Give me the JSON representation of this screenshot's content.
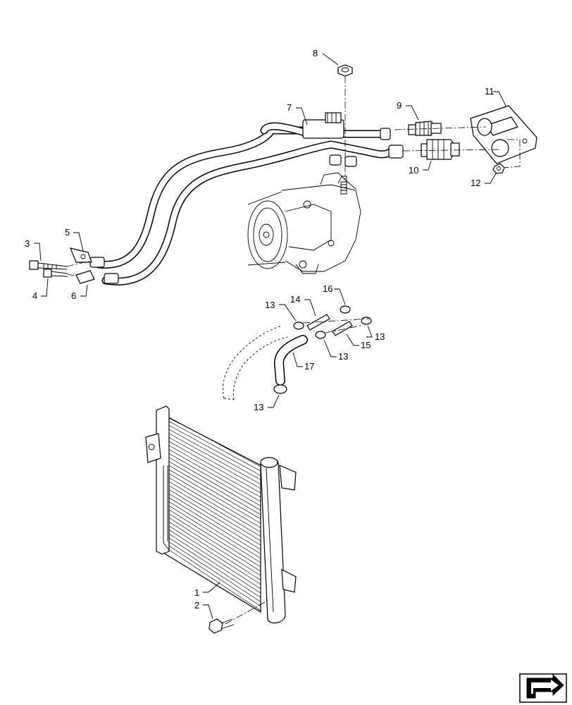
{
  "callouts": {
    "c1": "1",
    "c2": "2",
    "c3": "3",
    "c4": "4",
    "c5": "5",
    "c6": "6",
    "c7": "7",
    "c8": "8",
    "c9": "9",
    "c10": "10",
    "c11": "11",
    "c12": "12",
    "c13a": "13",
    "c13b": "13",
    "c13c": "13",
    "c13d": "13",
    "c14": "14",
    "c15": "15",
    "c16": "16",
    "c17": "17"
  },
  "icons": {
    "nav": "arrow-next-page-icon"
  }
}
